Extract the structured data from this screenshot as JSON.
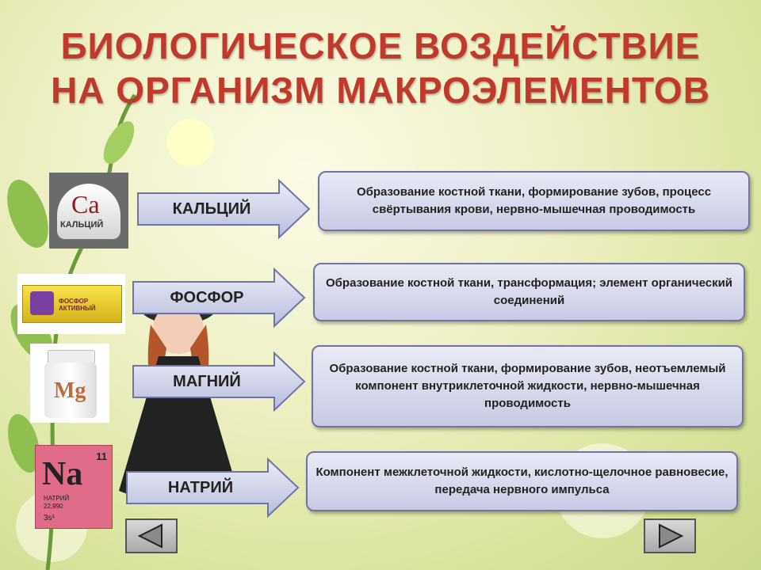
{
  "title": {
    "line1": "БИОЛОГИЧЕСКОЕ ВОЗДЕЙСТВИЕ",
    "line2": "НА ОРГАНИЗМ МАКРОЭЛЕМЕНТОВ"
  },
  "rows": [
    {
      "label": "КАЛЬЦИЙ",
      "description": "Образование костной ткани, формирование зубов, процесс свёртывания крови, нервно-мышечная проводимость",
      "image": {
        "symbol": "Ca",
        "caption": "КАЛЬЦИЙ"
      }
    },
    {
      "label": "ФОСФОР",
      "description": "Образование костной ткани, трансформация; элемент органический соединений",
      "image": {
        "caption": "ФОСФОР АКТИВНЫЙ"
      }
    },
    {
      "label": "МАГНИЙ",
      "description": "Образование костной ткани, формирование зубов, неотъемлемый компонент внутриклеточной жидкости, нервно-мышечная проводимость",
      "image": {
        "symbol": "Mg"
      }
    },
    {
      "label": "НАТРИЙ",
      "description": "Компонент межклеточной жидкости, кислотно-щелочное равновесие, передача нервного импульса",
      "image": {
        "symbol": "Na",
        "number": "11",
        "name": "НАТРИЙ",
        "mass": "22,990",
        "config": "3s¹"
      }
    }
  ],
  "nav": {
    "prev_icon": "triangle-left-icon",
    "next_icon": "triangle-right-icon"
  },
  "colors": {
    "title": "#c0392b",
    "box_border": "#6f74a8",
    "box_fill": "#dcdef0",
    "element_tile": "#e06c8a"
  }
}
